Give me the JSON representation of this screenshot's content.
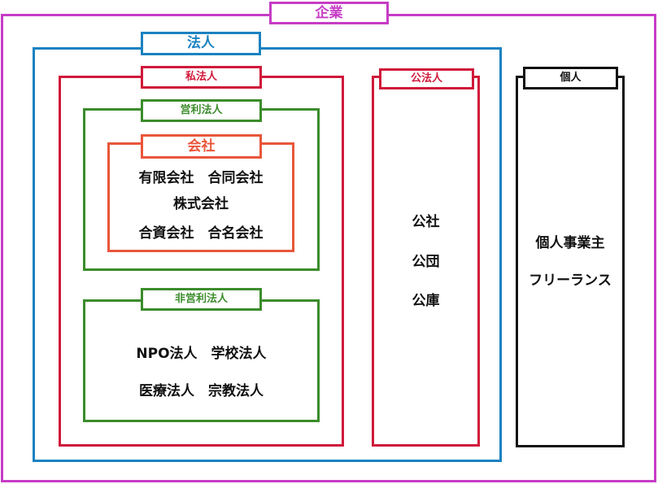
{
  "kigyo": {
    "label": "企業"
  },
  "hojin": {
    "label": "法人"
  },
  "shihojin": {
    "label": "私法人"
  },
  "eiri_hojin": {
    "label": "営利法人"
  },
  "kaisha": {
    "label": "会社",
    "rows": [
      "有限会社　合同会社",
      "株式会社",
      "合資会社　合名会社"
    ]
  },
  "hieiri_hojin": {
    "label": "非営利法人",
    "rows": [
      "NPO法人　学校法人",
      "医療法人　宗教法人"
    ]
  },
  "kohojin": {
    "label": "公法人",
    "items": [
      "公社",
      "公団",
      "公庫"
    ]
  },
  "kojin": {
    "label": "個人",
    "items": [
      "個人事業主",
      "フリーランス"
    ]
  },
  "colors": {
    "kigyo": "#c63cc6",
    "hojin": "#1b82c0",
    "shihojin": "#d0193a",
    "eiri_hojin": "#3b8c2b",
    "kaisha": "#e9563a",
    "hieiri_hojin": "#3b8c2b",
    "kohojin": "#d0193a",
    "kojin": "#111111"
  }
}
